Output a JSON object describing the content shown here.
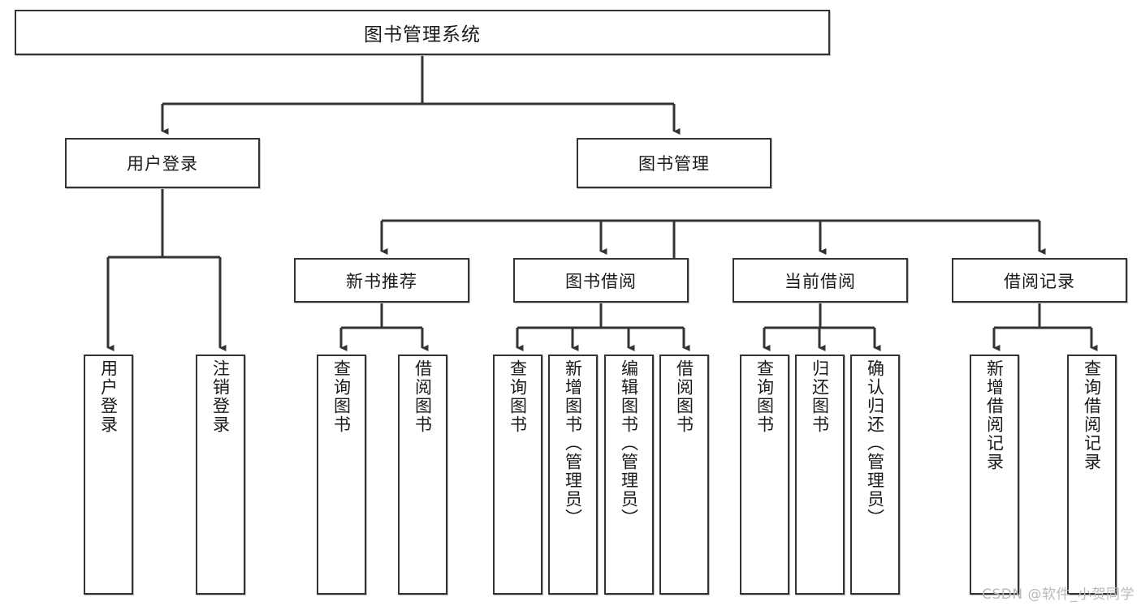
{
  "diagram": {
    "type": "tree-hierarchy",
    "title": "图书管理系统",
    "watermark": "CSDN @软件_小贺同学",
    "colors": {
      "stroke": "#333333",
      "background": "#ffffff",
      "text": "#1a1a1a",
      "watermark": "#b9b9b9"
    },
    "nodes": {
      "root": {
        "label": "图书管理系统"
      },
      "level2": [
        {
          "id": "user-login",
          "label": "用户登录"
        },
        {
          "id": "book-management",
          "label": "图书管理"
        }
      ],
      "level3": [
        {
          "id": "new-book-recommend",
          "label": "新书推荐",
          "parent": "book-management"
        },
        {
          "id": "book-borrow",
          "label": "图书借阅",
          "parent": "book-management"
        },
        {
          "id": "current-borrow",
          "label": "当前借阅",
          "parent": "book-management"
        },
        {
          "id": "borrow-record",
          "label": "借阅记录",
          "parent": "book-management"
        }
      ],
      "leaves": [
        {
          "id": "leaf-user-login",
          "label": "用户登录",
          "parent": "user-login"
        },
        {
          "id": "leaf-user-logout",
          "label": "注销登录",
          "parent": "user-login"
        },
        {
          "id": "leaf-query-book-1",
          "label": "查询图书",
          "parent": "new-book-recommend"
        },
        {
          "id": "leaf-borrow-book-1",
          "label": "借阅图书",
          "parent": "new-book-recommend"
        },
        {
          "id": "leaf-query-book-2",
          "label": "查询图书",
          "parent": "book-borrow"
        },
        {
          "id": "leaf-add-book",
          "label": "新增图书（管理员）",
          "parent": "book-borrow"
        },
        {
          "id": "leaf-edit-book",
          "label": "编辑图书（管理员）",
          "parent": "book-borrow"
        },
        {
          "id": "leaf-borrow-book-2",
          "label": "借阅图书",
          "parent": "book-borrow"
        },
        {
          "id": "leaf-query-book-3",
          "label": "查询图书",
          "parent": "current-borrow"
        },
        {
          "id": "leaf-return-book",
          "label": "归还图书",
          "parent": "current-borrow"
        },
        {
          "id": "leaf-confirm-return",
          "label": "确认归还（管理员）",
          "parent": "current-borrow"
        },
        {
          "id": "leaf-add-record",
          "label": "新增借阅记录",
          "parent": "borrow-record"
        },
        {
          "id": "leaf-query-record",
          "label": "查询借阅记录",
          "parent": "borrow-record"
        }
      ]
    }
  }
}
